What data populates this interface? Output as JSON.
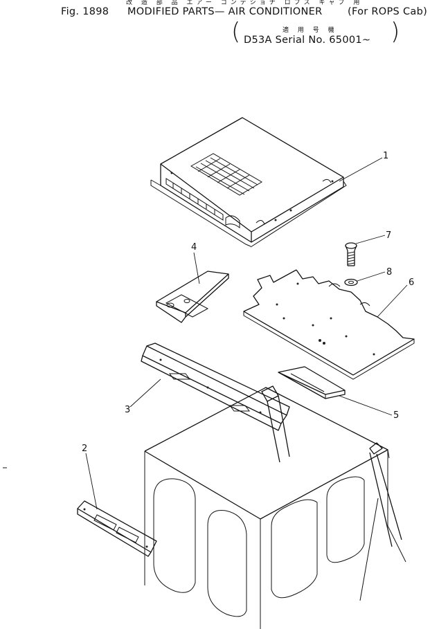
{
  "header": {
    "jp_line1": "改 造 部 品 エアー コンデショナ ロプス キャブ 用",
    "fig_number": "Fig. 1898",
    "title": "MODIFIED PARTS— AIR CONDITIONER",
    "cab_note": "(For ROPS Cab)",
    "jp_line2": "適 用 号 機",
    "serial": "D53A Serial No. 65001~"
  },
  "callouts": {
    "part_1": "1",
    "part_2": "2",
    "part_3": "3",
    "part_4": "4",
    "part_5": "5",
    "part_6": "6",
    "part_7": "7",
    "part_8": "8"
  }
}
